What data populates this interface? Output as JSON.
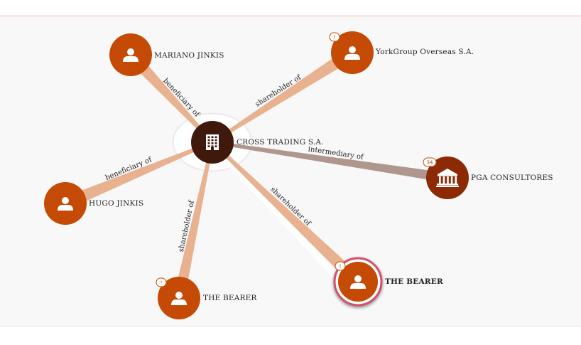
{
  "center": {
    "label": "CROSS TRADING S.A.",
    "icon": "building-icon",
    "color": "#3f1a0c",
    "halo": "#ffffff"
  },
  "nodes": [
    {
      "id": "mariano",
      "label": "MARIANO JINKIS",
      "icon": "person-icon",
      "color": "#c44a05",
      "badge": ""
    },
    {
      "id": "york",
      "label": "YorkGroup Overseas S.A.",
      "icon": "person-icon",
      "color": "#c44a05",
      "badge": "!"
    },
    {
      "id": "pga",
      "label": "PGA CONSULTORES",
      "icon": "bank-icon",
      "color": "#8c2a06",
      "badge": "34"
    },
    {
      "id": "hugo",
      "label": "HUGO JINKIS",
      "icon": "person-icon",
      "color": "#c44a05",
      "badge": ""
    },
    {
      "id": "bearer1",
      "label": "THE BEARER",
      "icon": "person-icon",
      "color": "#c44a05",
      "badge": "!"
    },
    {
      "id": "bearer2",
      "label": "THE BEARER",
      "icon": "person-icon",
      "color": "#c44a05",
      "badge": "!",
      "highlighted": true,
      "ring": "#d2506a"
    }
  ],
  "edges": [
    {
      "to": "mariano",
      "label": "beneficiary of",
      "color": "#e8b290"
    },
    {
      "to": "york",
      "label": "shareholder of",
      "color": "#e8b290"
    },
    {
      "to": "pga",
      "label": "intermediary of",
      "color": "#b0978e"
    },
    {
      "to": "hugo",
      "label": "beneficiary of",
      "color": "#e8b290"
    },
    {
      "to": "bearer1",
      "label": "shareholder of",
      "color": "#e8b290"
    },
    {
      "to": "bearer2",
      "label": "shareholder of",
      "color": "#e8b290"
    }
  ]
}
